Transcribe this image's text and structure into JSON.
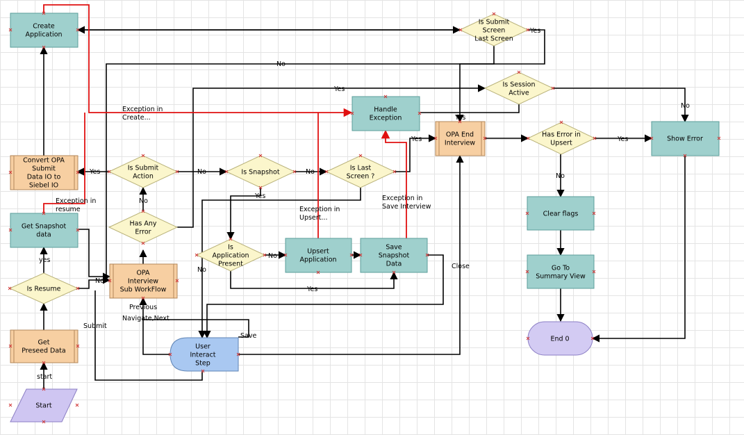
{
  "nodes": {
    "create_application": "Create\nApplication",
    "is_submit_screen_last": "Is Submit\nScreen\nLast Screen",
    "is_session_active": "Is Session\nActive",
    "handle_exception": "Handle\nException",
    "opa_end_interview": "OPA End\nInterview",
    "has_error_upsert": "Has Error in\nUpsert",
    "show_error": "Show Error",
    "convert_opa": "Convert OPA\nSubmit\nData IO to\nSiebel IO",
    "is_submit_action": "Is Submit\nAction",
    "is_snapshot": "Is Snapshot",
    "is_last_screen": "Is Last\nScreen ?",
    "get_snapshot_data": "Get Snapshot\ndata",
    "has_any_error": "Has Any\nError",
    "is_application_present": "Is\nApplication\nPresent",
    "upsert_application": "Upsert\nApplication",
    "save_snapshot_data": "Save\nSnapshot\nData",
    "clear_flags": "Clear flags",
    "is_resume": "Is Resume",
    "opa_interview_subworkflow": "OPA\nInterview\nSub WorkFlow",
    "go_to_summary_view": "Go To\nSummary View",
    "get_preseed_data": "Get\nPreseed Data",
    "user_interact_step": "User\nInteract\nStep",
    "end_0": "End 0",
    "start": "Start"
  },
  "edge_labels": {
    "yes_submit_last": "Yes",
    "no_top": "No",
    "yes_session": "Yes",
    "no_session": "No",
    "exception_create": "Exception in\nCreate...",
    "yes_opa_end": "Yes",
    "yes_last_screen": "Yes",
    "yes_has_error": "Yes",
    "no_has_error": "No",
    "yes_submit_action": "Yes",
    "no_submit_action": "No",
    "no_snapshot": "No",
    "yes_snapshot": "Yes",
    "exception_save": "Exception in\nSave Interview",
    "exception_upsert": "Exception in\nUpsert...",
    "exception_resume": "Exception in\nresume",
    "no_any_error": "No",
    "no_app_present": "No",
    "yes_app_present": "Yes",
    "no_app_present_down": "No",
    "yes_resume": "yes",
    "no_resume": "No",
    "close": "Close",
    "previous": "Previous",
    "navigate_next": "Navigate,Next",
    "submit": "Submit",
    "save": "Save",
    "start_edge": "start"
  },
  "colors": {
    "teal_task": "#9fd0cd",
    "orange_subprocess": "#f7cfa2",
    "decision": "#fbf6cc",
    "start_shape": "#cfc6f2",
    "end_shape": "#d3cbf3",
    "user_interact": "#a9c8f1",
    "edge_black": "#000000",
    "edge_red": "#e01010"
  }
}
